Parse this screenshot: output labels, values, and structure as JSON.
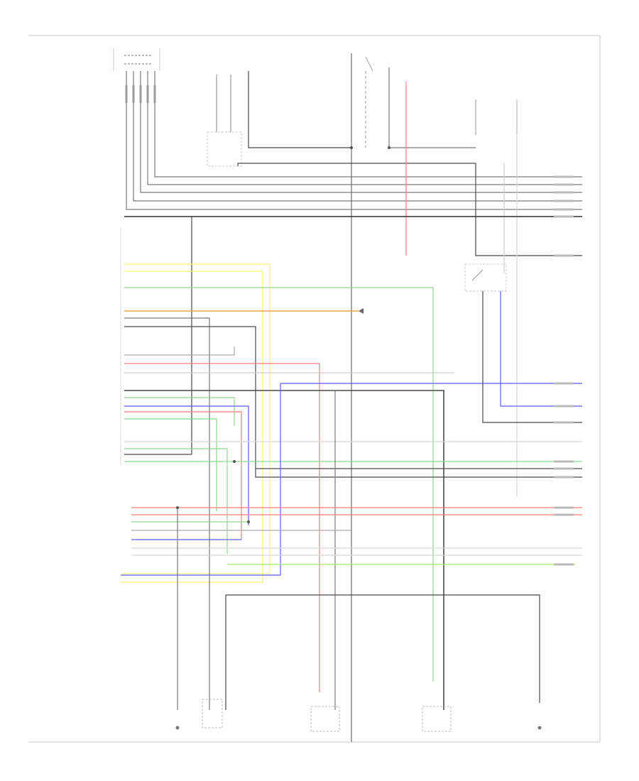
{
  "diagram": {
    "figure_code": "",
    "colors": {
      "black": "#4a4a4a",
      "gray": "#b4b4b4",
      "light_gray": "#d2d2d2",
      "red": "#ff6464",
      "yellow": "#f5f57a",
      "green": "#8cd88c",
      "bright_green": "#a8ec60",
      "blue": "#5a5aff",
      "orange": "#e6a050"
    },
    "top_labels": [
      {
        "id": "ignition",
        "text": ""
      },
      {
        "id": "crank",
        "text": ""
      },
      {
        "id": "switch",
        "text": ""
      },
      {
        "id": "hot",
        "text": ""
      }
    ],
    "ecm_label": "",
    "bottom_labels": [
      {
        "id": "b1",
        "text": ""
      },
      {
        "id": "b2",
        "text": ""
      },
      {
        "id": "b3",
        "text": ""
      },
      {
        "id": "b4",
        "text": ""
      },
      {
        "id": "b5",
        "text": ""
      }
    ]
  }
}
